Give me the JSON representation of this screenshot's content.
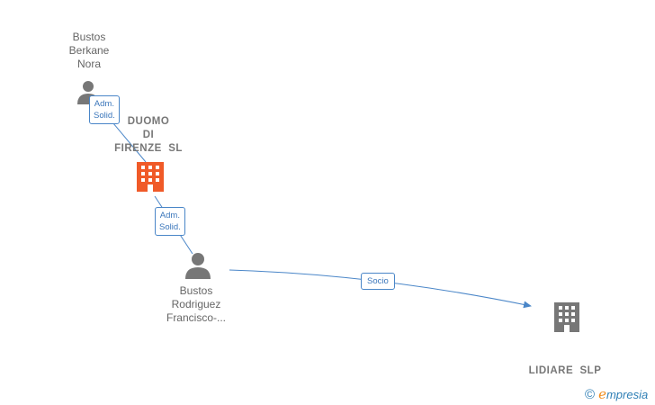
{
  "nodes": [
    {
      "id": "bustos-berkane",
      "type": "person",
      "label_lines": [
        "Bustos",
        "Berkane",
        "Nora"
      ],
      "color": "#777777"
    },
    {
      "id": "duomo",
      "type": "company",
      "label_lines": [
        "DUOMO",
        "DI",
        "FIRENZE  SL"
      ],
      "color": "#f05a28"
    },
    {
      "id": "bustos-rodriguez",
      "type": "person",
      "label_lines": [
        "Bustos",
        "Rodriguez",
        "Francisco-..."
      ],
      "color": "#777777"
    },
    {
      "id": "lidiare",
      "type": "company",
      "label_lines": [
        "LIDIARE  SLP"
      ],
      "color": "#777777"
    }
  ],
  "edges": [
    {
      "from": "bustos-berkane",
      "to": "duomo",
      "label_lines": [
        "Adm.",
        "Solid."
      ]
    },
    {
      "from": "bustos-rodriguez",
      "to": "duomo",
      "label_lines": [
        "Adm.",
        "Solid."
      ]
    },
    {
      "from": "bustos-rodriguez",
      "to": "lidiare",
      "label_lines": [
        "Socio"
      ],
      "arrow": true
    }
  ],
  "edge_color": "#4a86c8",
  "brand": {
    "copyright": "©",
    "initial": "e",
    "name": "mpresia"
  }
}
